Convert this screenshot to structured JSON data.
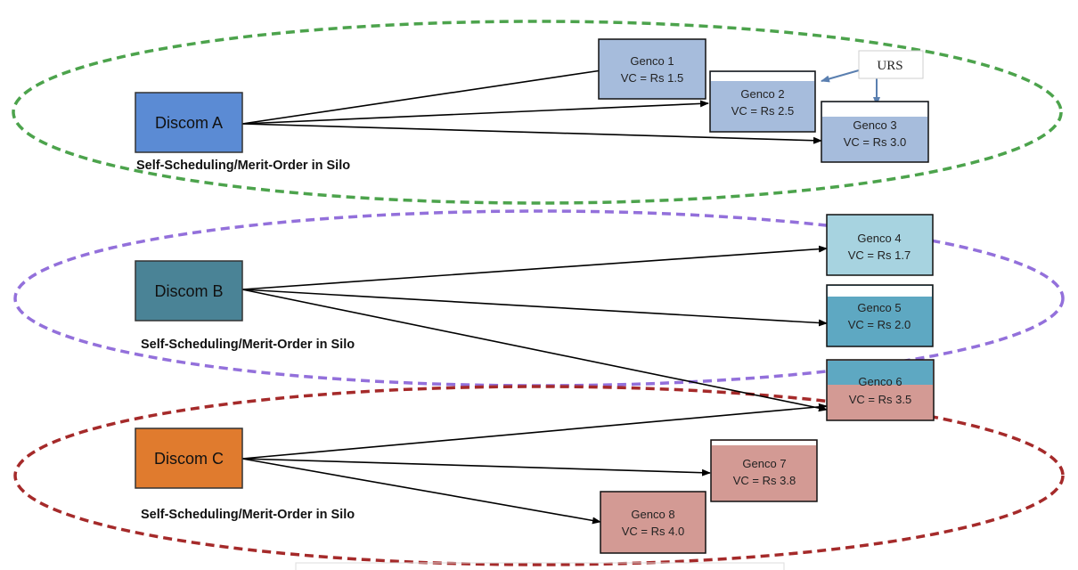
{
  "discoms": [
    {
      "id": "A",
      "label": "Discom A",
      "fill": "#5b8bd4",
      "silo_label": "Self-Scheduling/Merit-Order in Silo",
      "ring_color": "#4ca34c"
    },
    {
      "id": "B",
      "label": "Discom B",
      "fill": "#4a8396",
      "silo_label": "Self-Scheduling/Merit-Order in Silo",
      "ring_color": "#9370db"
    },
    {
      "id": "C",
      "label": "Discom C",
      "fill": "#e07b2e",
      "silo_label": "Self-Scheduling/Merit-Order in Silo",
      "ring_color": "#a52a2a"
    }
  ],
  "gencos": [
    {
      "name": "Genco 1",
      "vc": "VC = Rs 1.5",
      "fill": "#a6bcdc",
      "top_fill": null
    },
    {
      "name": "Genco 2",
      "vc": "VC = Rs 2.5",
      "fill": "#a6bcdc",
      "top_fill": "#ffffff"
    },
    {
      "name": "Genco 3",
      "vc": "VC = Rs 3.0",
      "fill": "#a6bcdc",
      "top_fill": "#ffffff"
    },
    {
      "name": "Genco 4",
      "vc": "VC = Rs 1.7",
      "fill": "#a7d3e0",
      "top_fill": null
    },
    {
      "name": "Genco 5",
      "vc": "VC = Rs 2.0",
      "fill": "#5ea8c2",
      "top_fill": "#ffffff"
    },
    {
      "name": "Genco 6",
      "vc": "VC = Rs 3.5",
      "fill": "#d39a94",
      "top_fill": "#5ea8c2"
    },
    {
      "name": "Genco 7",
      "vc": "VC = Rs 3.8",
      "fill": "#d39a94",
      "top_fill": "#ffffff"
    },
    {
      "name": "Genco 8",
      "vc": "VC = Rs 4.0",
      "fill": "#d39a94",
      "top_fill": null
    }
  ],
  "urs": {
    "label": "URS"
  },
  "connections": [
    {
      "from": "Discom A",
      "to": "Genco 1"
    },
    {
      "from": "Discom A",
      "to": "Genco 2"
    },
    {
      "from": "Discom A",
      "to": "Genco 3"
    },
    {
      "from": "Discom B",
      "to": "Genco 4"
    },
    {
      "from": "Discom B",
      "to": "Genco 5"
    },
    {
      "from": "Discom B",
      "to": "Genco 6"
    },
    {
      "from": "Discom C",
      "to": "Genco 6"
    },
    {
      "from": "Discom C",
      "to": "Genco 7"
    },
    {
      "from": "Discom C",
      "to": "Genco 8"
    },
    {
      "from": "URS",
      "to": "Genco 2"
    },
    {
      "from": "URS",
      "to": "Genco 3"
    }
  ]
}
